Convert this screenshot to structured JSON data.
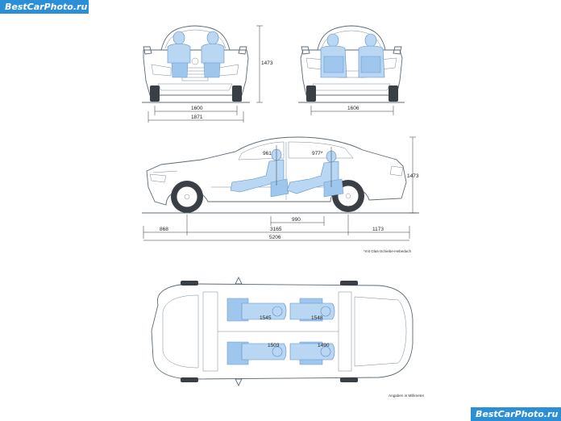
{
  "watermark": {
    "top": "BestCarPhoto.ru",
    "bottom": "BestCarPhoto.ru"
  },
  "dimensions": {
    "front_height": "1473",
    "front_track": "1600",
    "front_width": "1871",
    "rear_track": "1606",
    "side_height": "1473",
    "front_headroom": "961",
    "rear_headroom": "977*",
    "legroom": "990",
    "front_overhang": "868",
    "wheelbase": "3165",
    "rear_overhang": "1173",
    "length": "5206",
    "front_shoulder": "1545",
    "rear_shoulder": "1548",
    "front_elbow": "1503",
    "rear_elbow": "1490"
  },
  "notes": {
    "sunroof": "*mit Glas-Schiebe-Hebedach",
    "units": "Angaben in Millimeter"
  },
  "colors": {
    "watermark_bg": "#2b8fd8",
    "occupant": "#9fc6ec",
    "line": "#5c6b77"
  }
}
